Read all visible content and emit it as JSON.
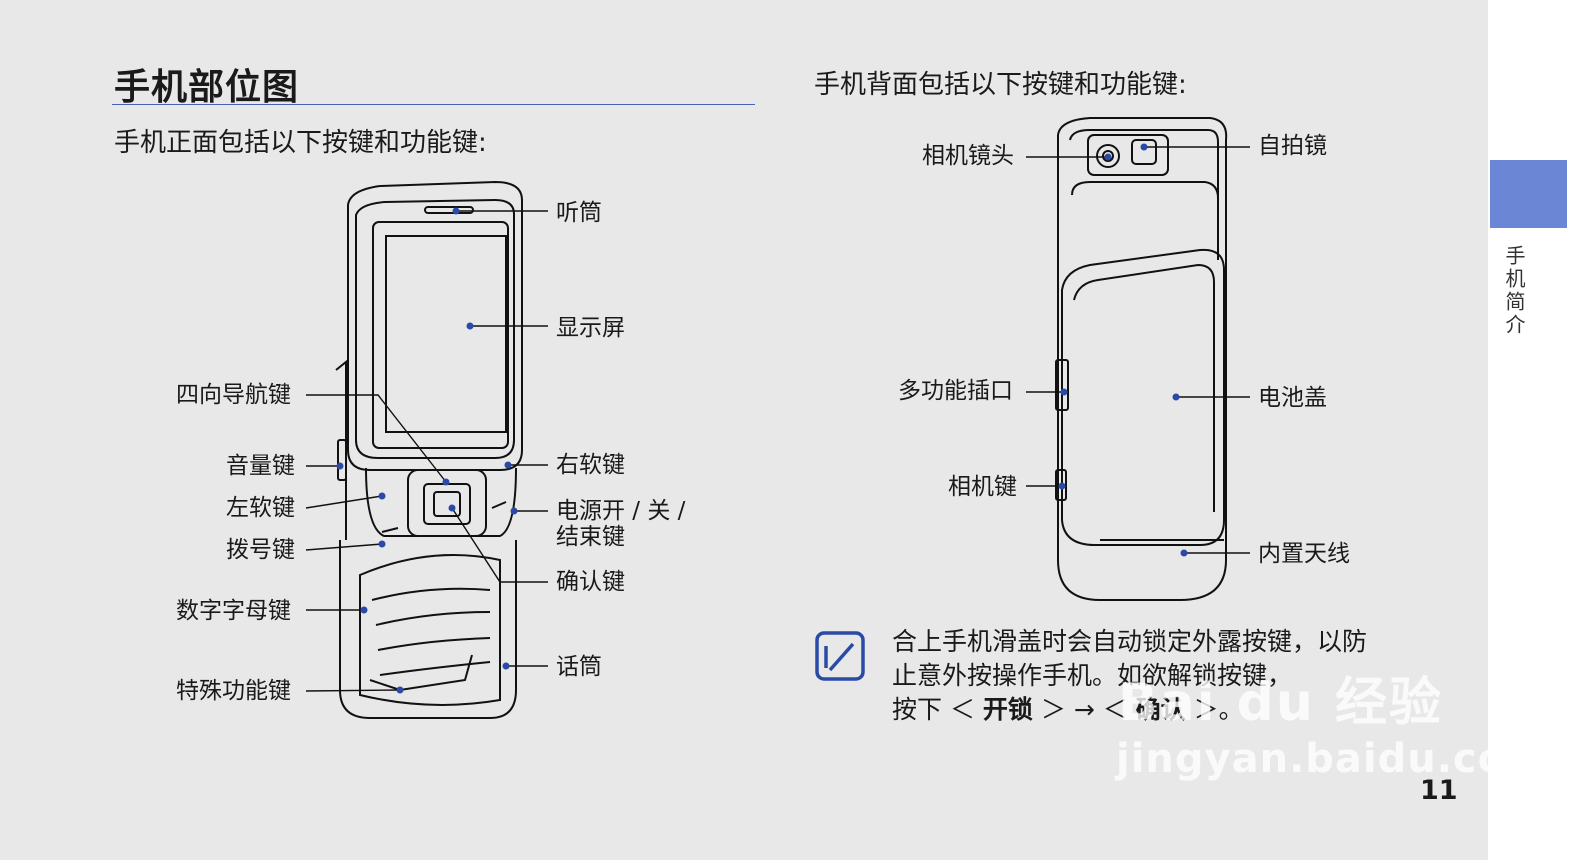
{
  "page": {
    "title": "手机部位图",
    "front_intro": "手机正面包括以下按键和功能键:",
    "back_intro": "手机背面包括以下按键和功能键:",
    "page_number": "11",
    "side_tab": "手机简介"
  },
  "front_labels": {
    "earpiece": "听筒",
    "display": "显示屏",
    "nav_key": "四向导航键",
    "volume_key": "音量键",
    "right_soft_key": "右软键",
    "left_soft_key": "左软键",
    "power_end_key": "电源开 / 关 /",
    "power_end_key_2": "结束键",
    "dial_key": "拨号键",
    "confirm_key": "确认键",
    "alphanumeric_keys": "数字字母键",
    "microphone": "话筒",
    "special_keys": "特殊功能键"
  },
  "back_labels": {
    "camera_lens": "相机镜头",
    "mirror": "自拍镜",
    "multifunction_jack": "多功能插口",
    "battery_cover": "电池盖",
    "camera_key": "相机键",
    "antenna": "内置天线"
  },
  "note": {
    "line1": "合上手机滑盖时会自动锁定外露按键，以防",
    "line2": "止意外按操作手机。如欲解锁按键，",
    "line3_pre": "按下 ＜",
    "line3_bold1": "开锁",
    "line3_mid": "＞ → ＜",
    "line3_bold2": "确认",
    "line3_post": "＞。"
  },
  "watermark": {
    "brand": "Bai du 经验",
    "url": "jingyan.baidu.com"
  },
  "colors": {
    "leader_dot": "#2a4aa8",
    "title_rule": "#4a62b3",
    "side_tab": "#6b86d4",
    "note_icon": "#2a4aa8"
  }
}
